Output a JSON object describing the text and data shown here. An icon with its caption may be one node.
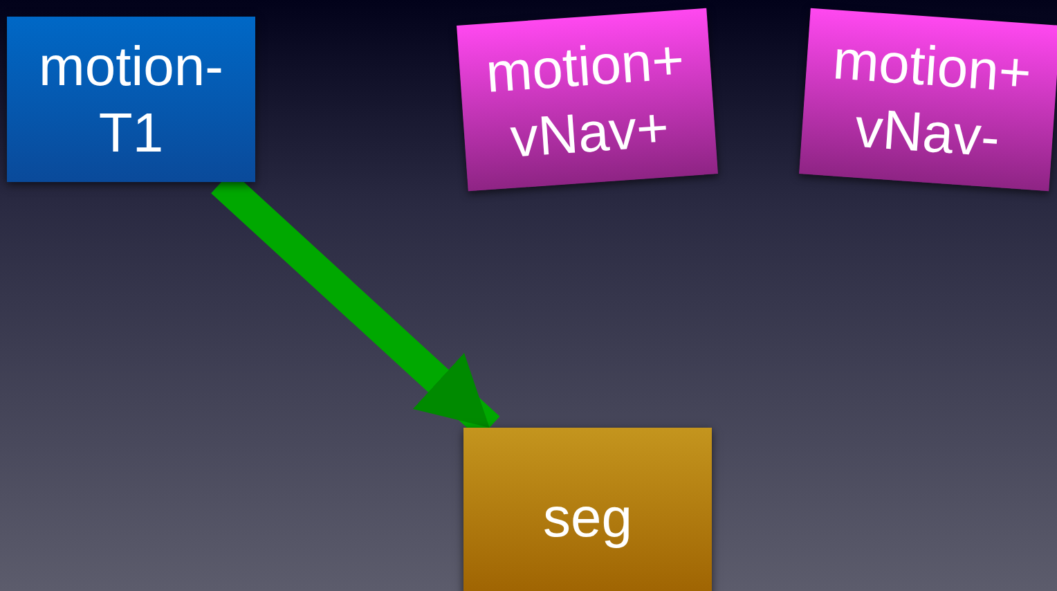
{
  "diagram": {
    "nodes": [
      {
        "text": [
          "motion- T1"
        ]
      },
      {
        "text": [
          "motion+ vNav+"
        ]
      },
      {
        "text": [
          "motion+ vNav-"
        ]
      },
      {
        "text": [
          "seg"
        ]
      }
    ],
    "edges": [
      {
        "from": 0,
        "to": 3,
        "arrow": "to"
      }
    ]
  }
}
